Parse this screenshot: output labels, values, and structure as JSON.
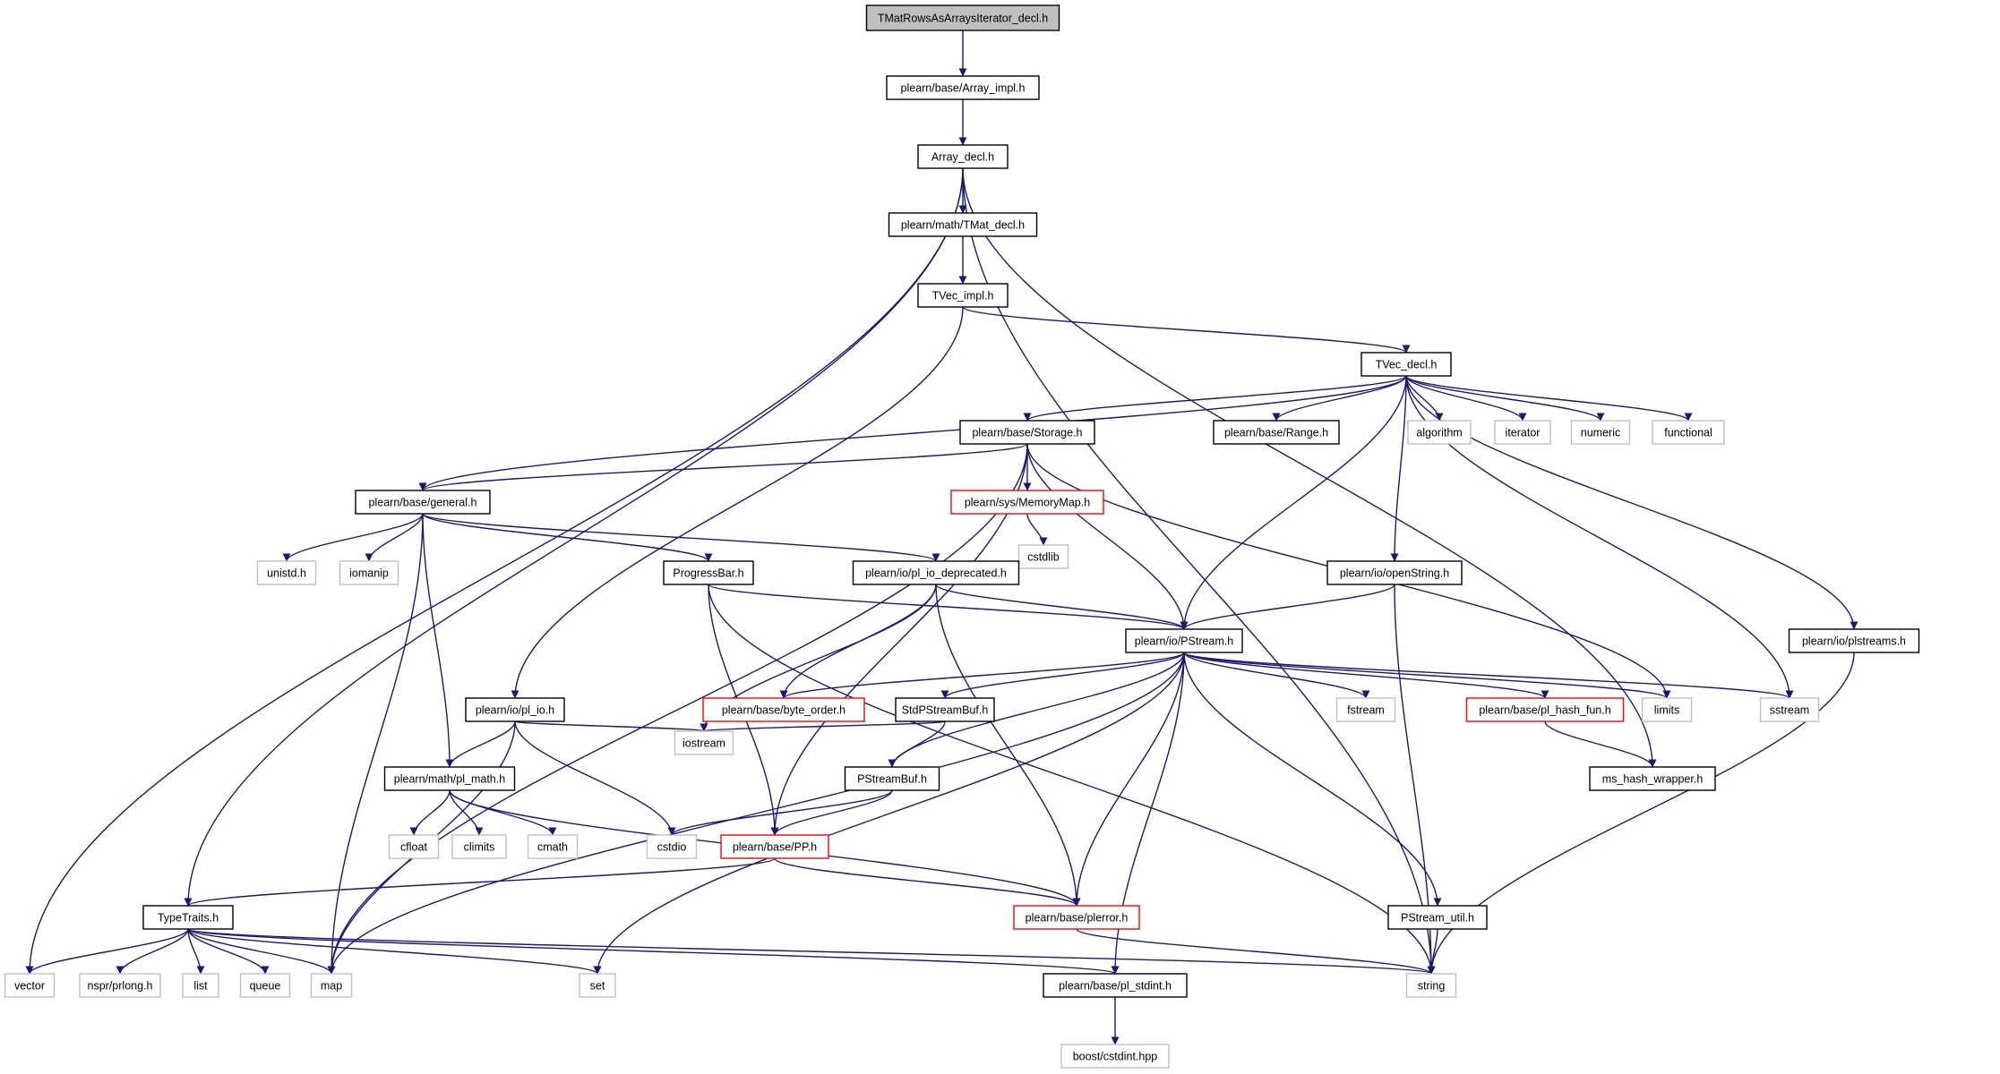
{
  "colors": {
    "edge": "#191970",
    "border_default": "#000000",
    "border_incomplete": "#ff0000",
    "border_external": "#bfbfbf",
    "fill_root": "#bfbfbf",
    "fill_default": "#ffffff"
  },
  "nodes": [
    {
      "id": "root",
      "label": "TMatRowsAsArraysIterator_decl.h",
      "style": "root"
    },
    {
      "id": "array_impl",
      "label": "plearn/base/Array_impl.h",
      "style": "default"
    },
    {
      "id": "array_decl",
      "label": "Array_decl.h",
      "style": "default"
    },
    {
      "id": "tmat_decl",
      "label": "plearn/math/TMat_decl.h",
      "style": "default"
    },
    {
      "id": "tvec_impl",
      "label": "TVec_impl.h",
      "style": "default"
    },
    {
      "id": "tvec_decl",
      "label": "TVec_decl.h",
      "style": "default"
    },
    {
      "id": "storage",
      "label": "plearn/base/Storage.h",
      "style": "default"
    },
    {
      "id": "range",
      "label": "plearn/base/Range.h",
      "style": "default"
    },
    {
      "id": "algorithm",
      "label": "algorithm",
      "style": "external"
    },
    {
      "id": "iterator",
      "label": "iterator",
      "style": "external"
    },
    {
      "id": "numeric",
      "label": "numeric",
      "style": "external"
    },
    {
      "id": "functional",
      "label": "functional",
      "style": "external"
    },
    {
      "id": "general",
      "label": "plearn/base/general.h",
      "style": "default"
    },
    {
      "id": "memorymap",
      "label": "plearn/sys/MemoryMap.h",
      "style": "incomplete"
    },
    {
      "id": "cstdlib",
      "label": "cstdlib",
      "style": "external"
    },
    {
      "id": "unistd",
      "label": "unistd.h",
      "style": "external"
    },
    {
      "id": "iomanip",
      "label": "iomanip",
      "style": "external"
    },
    {
      "id": "progressbar",
      "label": "ProgressBar.h",
      "style": "default"
    },
    {
      "id": "pl_io_deprecated",
      "label": "plearn/io/pl_io_deprecated.h",
      "style": "default"
    },
    {
      "id": "openstring",
      "label": "plearn/io/openString.h",
      "style": "default"
    },
    {
      "id": "plstreams",
      "label": "plearn/io/plstreams.h",
      "style": "default"
    },
    {
      "id": "pstream",
      "label": "plearn/io/PStream.h",
      "style": "default"
    },
    {
      "id": "pl_io",
      "label": "plearn/io/pl_io.h",
      "style": "default"
    },
    {
      "id": "byte_order",
      "label": "plearn/base/byte_order.h",
      "style": "incomplete"
    },
    {
      "id": "stdpstreambuf",
      "label": "StdPStreamBuf.h",
      "style": "default"
    },
    {
      "id": "fstream",
      "label": "fstream",
      "style": "external"
    },
    {
      "id": "pl_hash_fun",
      "label": "plearn/base/pl_hash_fun.h",
      "style": "incomplete"
    },
    {
      "id": "limits",
      "label": "limits",
      "style": "external"
    },
    {
      "id": "sstream",
      "label": "sstream",
      "style": "external"
    },
    {
      "id": "iostream",
      "label": "iostream",
      "style": "external"
    },
    {
      "id": "pl_math",
      "label": "plearn/math/pl_math.h",
      "style": "default"
    },
    {
      "id": "pstreambuf",
      "label": "PStreamBuf.h",
      "style": "default"
    },
    {
      "id": "ms_hash_wrapper",
      "label": "ms_hash_wrapper.h",
      "style": "default"
    },
    {
      "id": "cfloat",
      "label": "cfloat",
      "style": "external"
    },
    {
      "id": "climits",
      "label": "climits",
      "style": "external"
    },
    {
      "id": "cmath",
      "label": "cmath",
      "style": "external"
    },
    {
      "id": "cstdio",
      "label": "cstdio",
      "style": "external"
    },
    {
      "id": "pp",
      "label": "plearn/base/PP.h",
      "style": "incomplete"
    },
    {
      "id": "typetraits",
      "label": "TypeTraits.h",
      "style": "default"
    },
    {
      "id": "plerror",
      "label": "plearn/base/plerror.h",
      "style": "incomplete"
    },
    {
      "id": "pstream_util",
      "label": "PStream_util.h",
      "style": "default"
    },
    {
      "id": "vector",
      "label": "vector",
      "style": "external"
    },
    {
      "id": "prlong",
      "label": "nspr/prlong.h",
      "style": "external"
    },
    {
      "id": "list",
      "label": "list",
      "style": "external"
    },
    {
      "id": "queue",
      "label": "queue",
      "style": "external"
    },
    {
      "id": "map",
      "label": "map",
      "style": "external"
    },
    {
      "id": "set",
      "label": "set",
      "style": "external"
    },
    {
      "id": "pl_stdint",
      "label": "plearn/base/pl_stdint.h",
      "style": "default"
    },
    {
      "id": "string",
      "label": "string",
      "style": "external"
    },
    {
      "id": "cstdint",
      "label": "boost/cstdint.hpp",
      "style": "external"
    }
  ],
  "edges": [
    [
      "root",
      "array_impl"
    ],
    [
      "array_impl",
      "array_decl"
    ],
    [
      "array_decl",
      "tmat_decl"
    ],
    [
      "array_decl",
      "vector"
    ],
    [
      "array_decl",
      "typetraits"
    ],
    [
      "array_decl",
      "ms_hash_wrapper"
    ],
    [
      "array_decl",
      "string"
    ],
    [
      "tmat_decl",
      "tvec_impl"
    ],
    [
      "tvec_impl",
      "tvec_decl"
    ],
    [
      "tvec_impl",
      "pl_io"
    ],
    [
      "tvec_decl",
      "storage"
    ],
    [
      "tvec_decl",
      "range"
    ],
    [
      "tvec_decl",
      "algorithm"
    ],
    [
      "tvec_decl",
      "iterator"
    ],
    [
      "tvec_decl",
      "numeric"
    ],
    [
      "tvec_decl",
      "functional"
    ],
    [
      "tvec_decl",
      "general"
    ],
    [
      "tvec_decl",
      "pstream"
    ],
    [
      "tvec_decl",
      "openstring"
    ],
    [
      "tvec_decl",
      "sstream"
    ],
    [
      "tvec_decl",
      "plstreams"
    ],
    [
      "storage",
      "general"
    ],
    [
      "storage",
      "memorymap"
    ],
    [
      "storage",
      "pstream"
    ],
    [
      "storage",
      "map"
    ],
    [
      "storage",
      "pp"
    ],
    [
      "storage",
      "limits"
    ],
    [
      "memorymap",
      "cstdlib"
    ],
    [
      "general",
      "unistd"
    ],
    [
      "general",
      "iomanip"
    ],
    [
      "general",
      "progressbar"
    ],
    [
      "general",
      "pl_io_deprecated"
    ],
    [
      "general",
      "pl_math"
    ],
    [
      "general",
      "map"
    ],
    [
      "progressbar",
      "pstream"
    ],
    [
      "progressbar",
      "pp"
    ],
    [
      "progressbar",
      "string"
    ],
    [
      "pl_io_deprecated",
      "pstream"
    ],
    [
      "pl_io_deprecated",
      "byte_order"
    ],
    [
      "pl_io_deprecated",
      "iostream"
    ],
    [
      "pl_io_deprecated",
      "plerror"
    ],
    [
      "openstring",
      "pstream"
    ],
    [
      "openstring",
      "string"
    ],
    [
      "plstreams",
      "string"
    ],
    [
      "pstream",
      "byte_order"
    ],
    [
      "pstream",
      "stdpstreambuf"
    ],
    [
      "pstream",
      "fstream"
    ],
    [
      "pstream",
      "pl_hash_fun"
    ],
    [
      "pstream",
      "limits"
    ],
    [
      "pstream",
      "sstream"
    ],
    [
      "pstream",
      "pstreambuf"
    ],
    [
      "pstream",
      "plerror"
    ],
    [
      "pstream",
      "pstream_util"
    ],
    [
      "pstream",
      "map"
    ],
    [
      "pstream",
      "set"
    ],
    [
      "pstream",
      "pl_stdint"
    ],
    [
      "pl_hash_fun",
      "ms_hash_wrapper"
    ],
    [
      "stdpstreambuf",
      "pstreambuf"
    ],
    [
      "stdpstreambuf",
      "iostream"
    ],
    [
      "pl_io",
      "pl_math"
    ],
    [
      "pl_io",
      "iostream"
    ],
    [
      "pl_io",
      "cstdio"
    ],
    [
      "pl_io",
      "map"
    ],
    [
      "pl_math",
      "cfloat"
    ],
    [
      "pl_math",
      "climits"
    ],
    [
      "pl_math",
      "cmath"
    ],
    [
      "pl_math",
      "plerror"
    ],
    [
      "pstreambuf",
      "pp"
    ],
    [
      "pstreambuf",
      "cstdio"
    ],
    [
      "pp",
      "typetraits"
    ],
    [
      "pp",
      "plerror"
    ],
    [
      "plerror",
      "string"
    ],
    [
      "pstream_util",
      "string"
    ],
    [
      "typetraits",
      "vector"
    ],
    [
      "typetraits",
      "prlong"
    ],
    [
      "typetraits",
      "list"
    ],
    [
      "typetraits",
      "queue"
    ],
    [
      "typetraits",
      "map"
    ],
    [
      "typetraits",
      "set"
    ],
    [
      "typetraits",
      "pl_stdint"
    ],
    [
      "typetraits",
      "string"
    ],
    [
      "pl_stdint",
      "cstdint"
    ]
  ]
}
